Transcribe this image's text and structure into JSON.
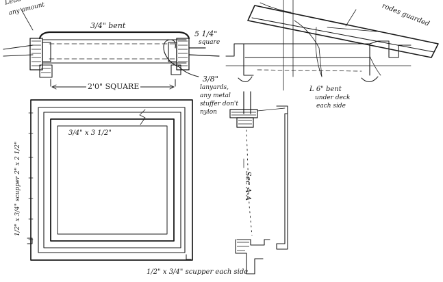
{
  "labels": {
    "top_frame": "3/4\" bent",
    "side_dim": "5 1/4\"",
    "side_dim_note": "square",
    "lanyard_size": "3/8\"",
    "lanyard_note_1": "lanyards,",
    "lanyard_note_2": "any metal",
    "lanyard_note_3": "stuffer don't",
    "lanyard_note_4": "nylon",
    "square_dim": "2'0\" SQUARE",
    "angle_1": "L 6\" bent",
    "angle_2": "under deck",
    "angle_3": "each side",
    "inner_dim": "3/4\" x 3 1/2\"",
    "section": "Sec A-A",
    "scupper_bottom": "1/2\" x 3/4\" scupper each side",
    "scupper_left": "1/2\" x 3/4\" scupper 2\" x 2 1/2\"",
    "top_left_note": "Lead & wire",
    "top_left_note_2": "any amount",
    "top_right_note": "rodes guarded"
  }
}
